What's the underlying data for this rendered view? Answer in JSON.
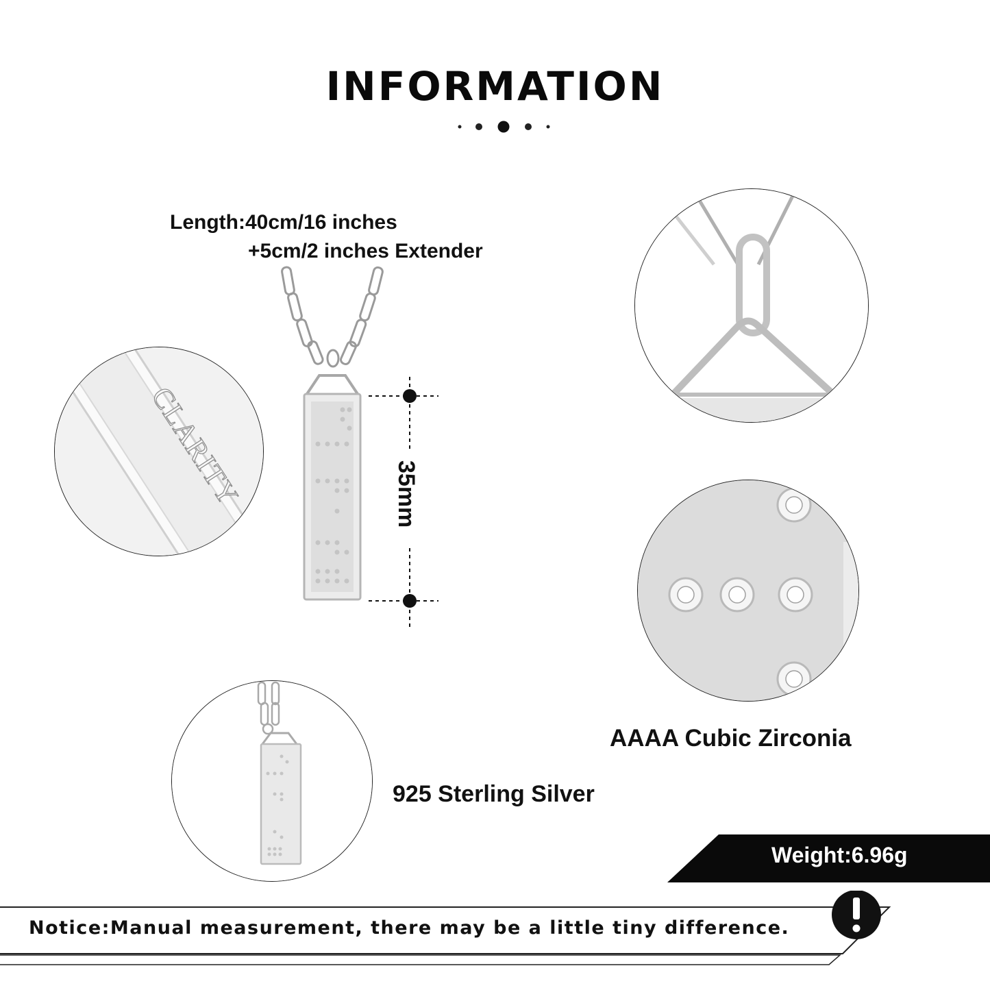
{
  "header": {
    "title": "INFORMATION",
    "decor_icon": "dots-divider-icon"
  },
  "specs": {
    "length_line1": "Length:40cm/16 inches",
    "length_line2": "+5cm/2 inches Extender",
    "pendant_height": "35mm",
    "material": "925 Sterling Silver",
    "stones": "AAAA Cubic Zirconia",
    "weight": "Weight:6.96g"
  },
  "detail_views": {
    "engraving_text": "CLARITY"
  },
  "notice": {
    "text": "Notice:Manual measurement, there may be a little tiny difference.",
    "icon": "exclamation-icon"
  },
  "colors": {
    "text": "#111111",
    "silver": "#d9d9d9",
    "banner": "#0a0a0a"
  }
}
